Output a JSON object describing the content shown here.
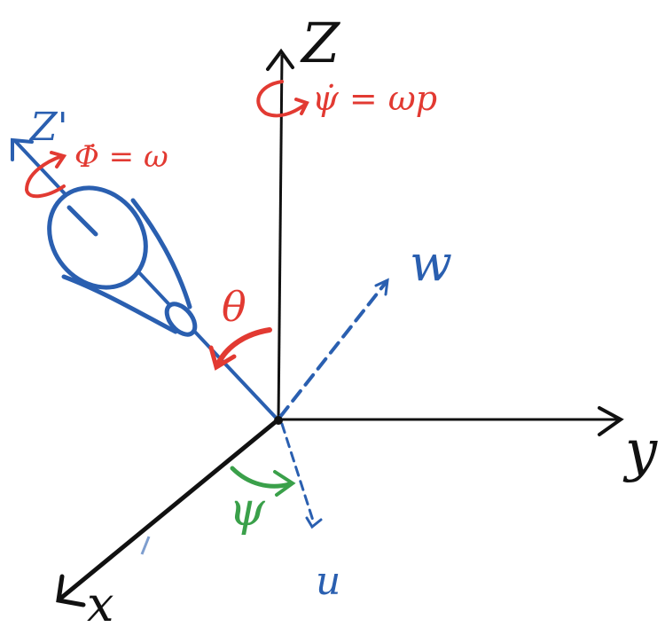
{
  "colors": {
    "ink_black": "#111111",
    "ink_blue": "#2a5fb0",
    "ink_red": "#e23a32",
    "ink_green": "#3aa04a",
    "background": "#ffffff"
  },
  "labels": {
    "axis_z": "Z",
    "axis_z_prime": "Z'",
    "axis_y": "y",
    "axis_x": "x",
    "axis_w": "w",
    "axis_u": "u",
    "precession": "ψ̇ = ωp",
    "spin": "Φ̇ = ω",
    "angle_theta": "θ",
    "angle_psi": "ψ"
  }
}
